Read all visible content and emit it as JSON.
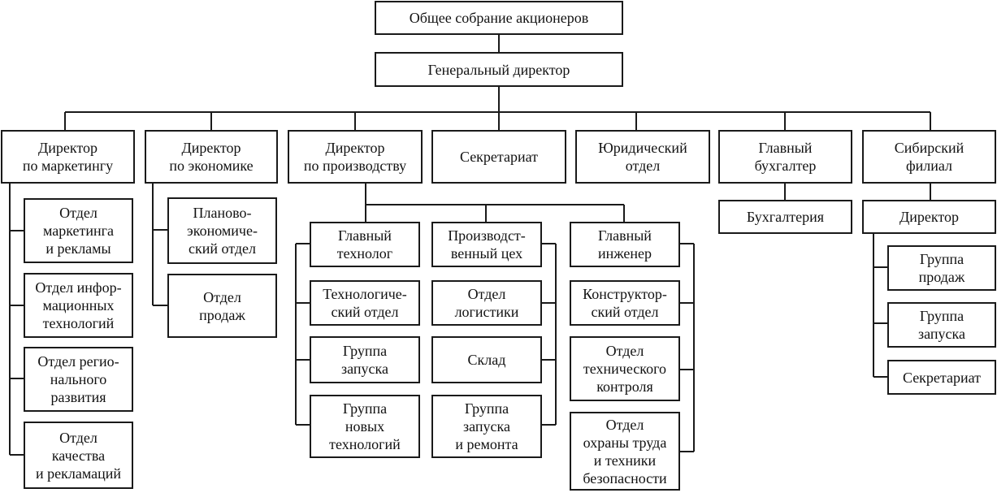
{
  "chart": {
    "top": {
      "shareholders": "Общее собрание акционеров",
      "ceo": "Генеральный директор"
    },
    "directors": {
      "marketing": "Директор\nпо маркетингу",
      "economics": "Директор\nпо экономике",
      "production": "Директор\nпо производству",
      "secretariat": "Секретариат",
      "legal": "Юридический\nотдел",
      "chief_accountant": "Главный\nбухгалтер",
      "siberian_branch": "Сибирский\nфилиал"
    },
    "marketing_units": [
      "Отдел\nмаркетинга\nи рекламы",
      "Отдел инфор-\nмационных\nтехнологий",
      "Отдел регио-\nнального\nразвития",
      "Отдел\nкачества\nи рекламаций"
    ],
    "economics_units": [
      "Планово-\nэкономиче-\nский отдел",
      "Отдел\nпродаж"
    ],
    "production_heads": {
      "chief_technologist": "Главный\nтехнолог",
      "production_shop": "Производст-\nвенный цех",
      "chief_engineer": "Главный\nинженер"
    },
    "technologist_units": [
      "Технологиче-\nский отдел",
      "Группа\nзапуска",
      "Группа\nновых\nтехнологий"
    ],
    "shop_units": [
      "Отдел\nлогистики",
      "Склад",
      "Группа\nзапуска\nи ремонта"
    ],
    "engineer_units": [
      "Конструктор-\nский отдел",
      "Отдел\nтехнического\nконтроля",
      "Отдел\nохраны труда\nи техники\nбезопасности"
    ],
    "accounting": "Бухгалтерия",
    "branch_director": "Директор",
    "branch_units": [
      "Группа\nпродаж",
      "Группа\nзапуска",
      "Секретариат"
    ]
  }
}
